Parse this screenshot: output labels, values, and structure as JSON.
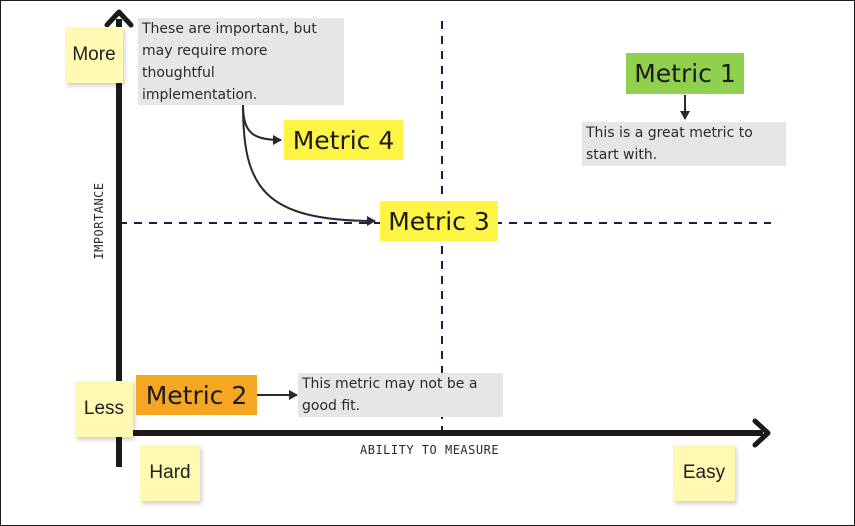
{
  "axes": {
    "y_label": "IMPORTANCE",
    "x_label": "ABILITY TO MEASURE",
    "y_high": "More",
    "y_low": "Less",
    "x_low": "Hard",
    "x_high": "Easy"
  },
  "metrics": {
    "metric1": {
      "label": "Metric 1",
      "color": "#8fd14f"
    },
    "metric2": {
      "label": "Metric 2",
      "color": "#f5a623"
    },
    "metric3": {
      "label": "Metric 3",
      "color": "#fef445"
    },
    "metric4": {
      "label": "Metric 4",
      "color": "#fef445"
    }
  },
  "notes": {
    "top_note": {
      "lines": [
        "These are important, but",
        "may require more",
        "thoughtful",
        "implementation."
      ]
    },
    "metric1_note": {
      "lines": [
        "This is a great metric to",
        "start with."
      ]
    },
    "metric2_note": {
      "lines": [
        "This metric may not be a",
        "good fit."
      ]
    }
  },
  "colors": {
    "sticky": "#fff9b1",
    "note_bg": "#e6e6e6",
    "axis": "#1a1a1a",
    "quadrant_divider": "#1b1b4b"
  }
}
